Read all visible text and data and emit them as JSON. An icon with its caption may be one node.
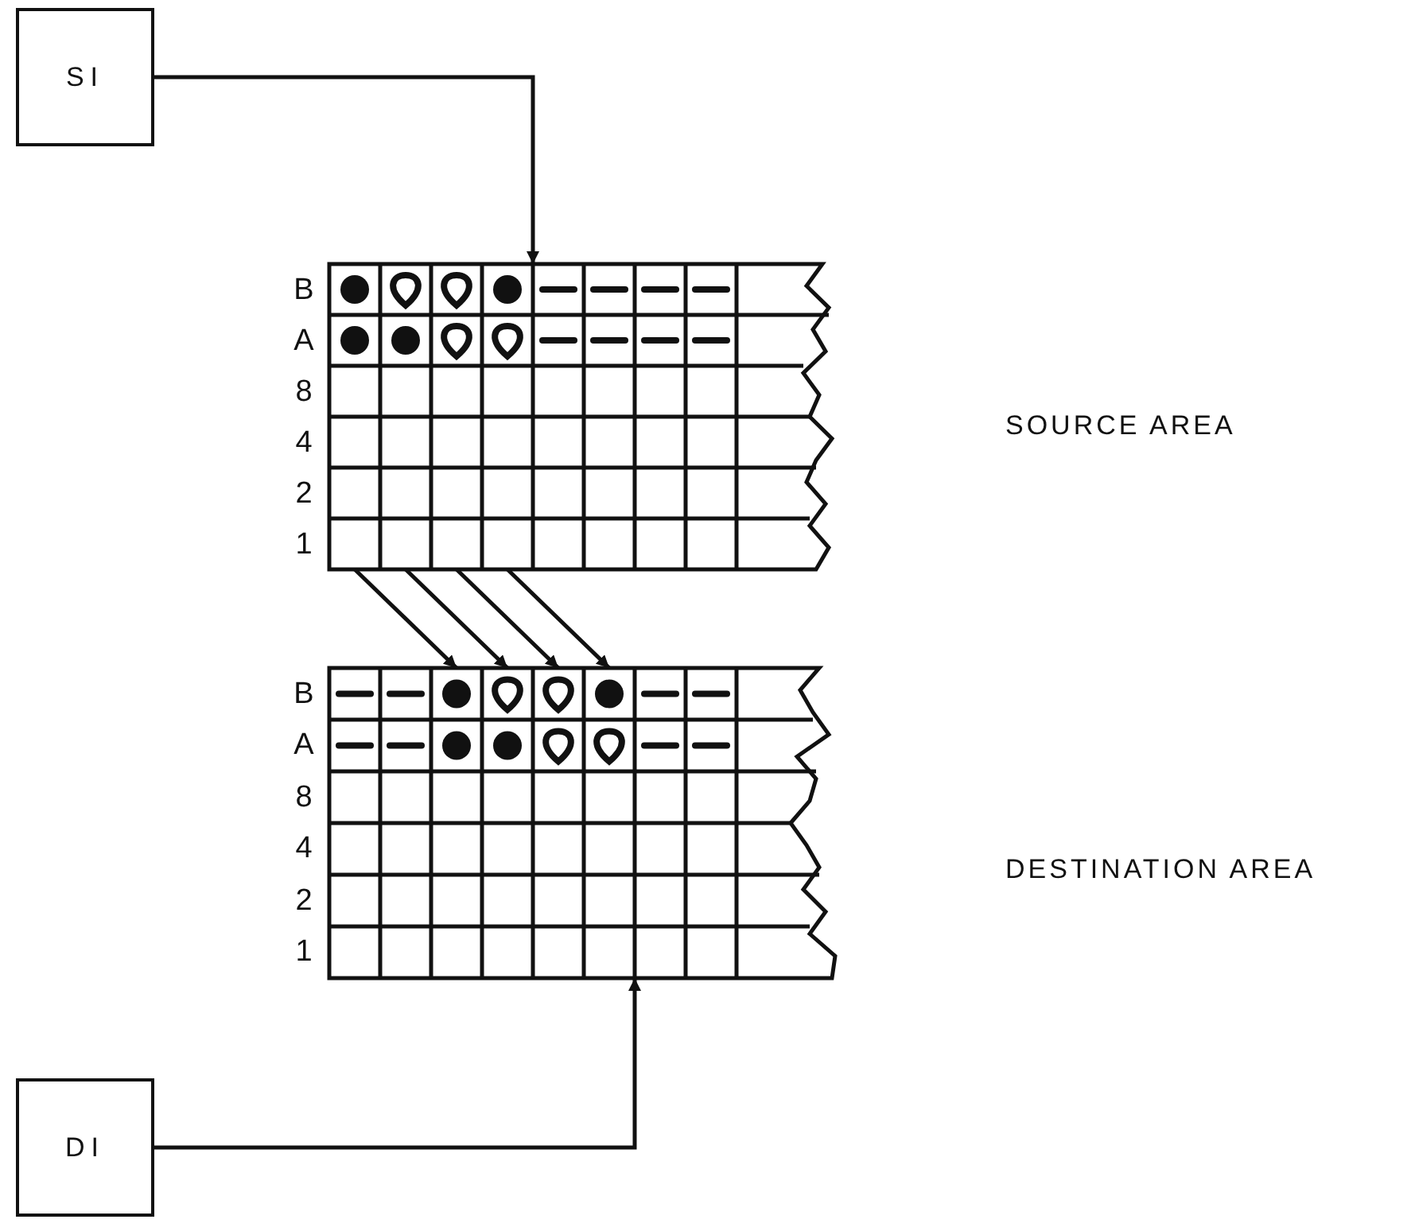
{
  "diagram": {
    "nodes": [
      {
        "text": [
          "SI"
        ]
      },
      {
        "text": [],
        "shape": "box",
        "beside": [
          "B",
          "A",
          "8",
          "4",
          "2",
          "1"
        ]
      },
      {
        "text": [],
        "shape": "box",
        "beside": [
          "B",
          "A",
          "8",
          "4",
          "2",
          "1"
        ]
      },
      {
        "text": [
          "DI"
        ]
      }
    ],
    "edges": [
      {
        "from": 0,
        "to": 1,
        "arrow": "to"
      },
      {
        "from": 1,
        "to": 2,
        "arrow": "to"
      },
      {
        "from": 1,
        "to": 2,
        "arrow": "to"
      },
      {
        "from": 1,
        "to": 2,
        "arrow": "to"
      },
      {
        "from": 1,
        "to": 2,
        "arrow": "to"
      },
      {
        "from": 3,
        "to": 2,
        "arrow": "to"
      }
    ],
    "labels": [
      "SOURCE AREA",
      "DESTINATION AREA"
    ]
  }
}
